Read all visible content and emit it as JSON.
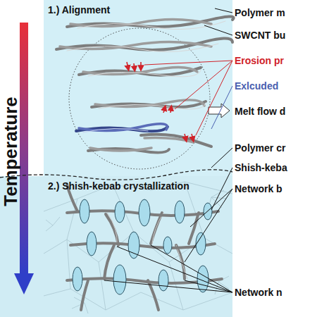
{
  "diagram": {
    "nodes": [
      {
        "text": [
          "1.) Alignment"
        ]
      },
      {
        "text": [
          "2.) Shish-kebab crystallization"
        ]
      }
    ],
    "labels": [
      "Temperature",
      "Polymer m",
      "SWCNT bu",
      "Erosion pr",
      "Exlcuded",
      "Melt flow d",
      "Polymer cr",
      "Shish-keba",
      "Network b",
      "Network n"
    ]
  }
}
